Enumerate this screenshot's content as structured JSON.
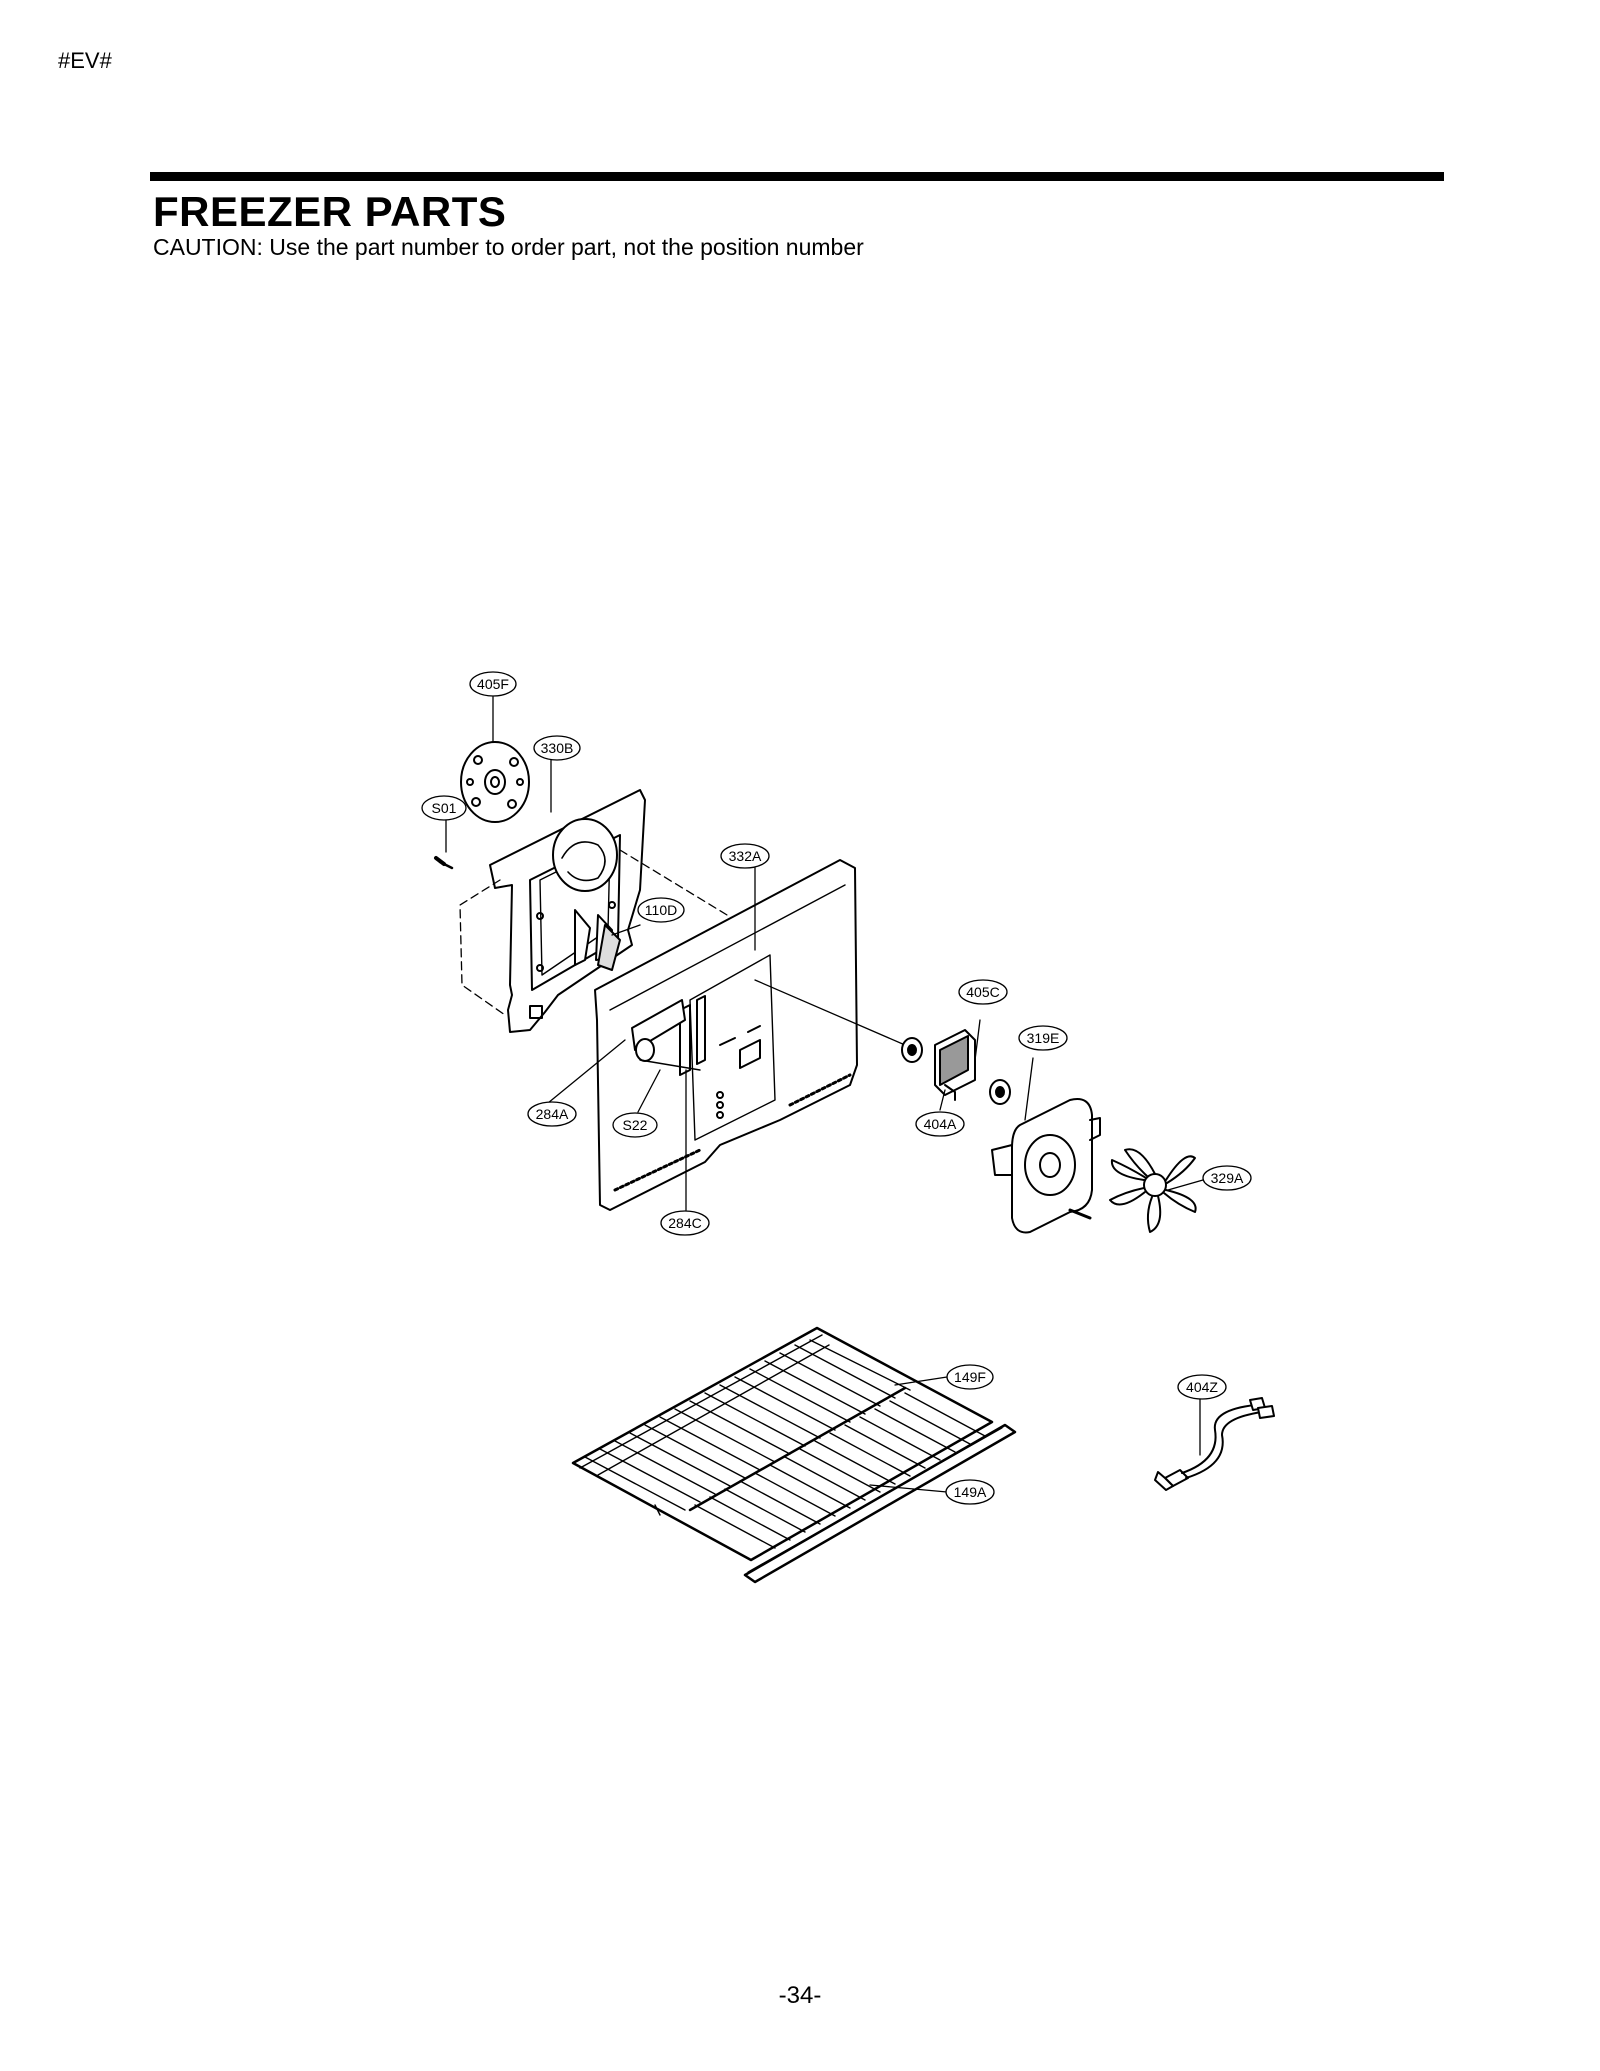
{
  "header": {
    "tag": "#EV#"
  },
  "section": {
    "title": "FREEZER PARTS",
    "caution": "CAUTION: Use the part number to order part, not the position number"
  },
  "callouts": {
    "405F": "405F",
    "330B": "330B",
    "S01": "S01",
    "332A": "332A",
    "110D": "110D",
    "405C": "405C",
    "319E": "319E",
    "284A": "284A",
    "S22": "S22",
    "404A": "404A",
    "329A": "329A",
    "284C": "284C",
    "149F": "149F",
    "404Z": "404Z",
    "149A": "149A"
  },
  "footer": {
    "page_number": "-34-"
  }
}
